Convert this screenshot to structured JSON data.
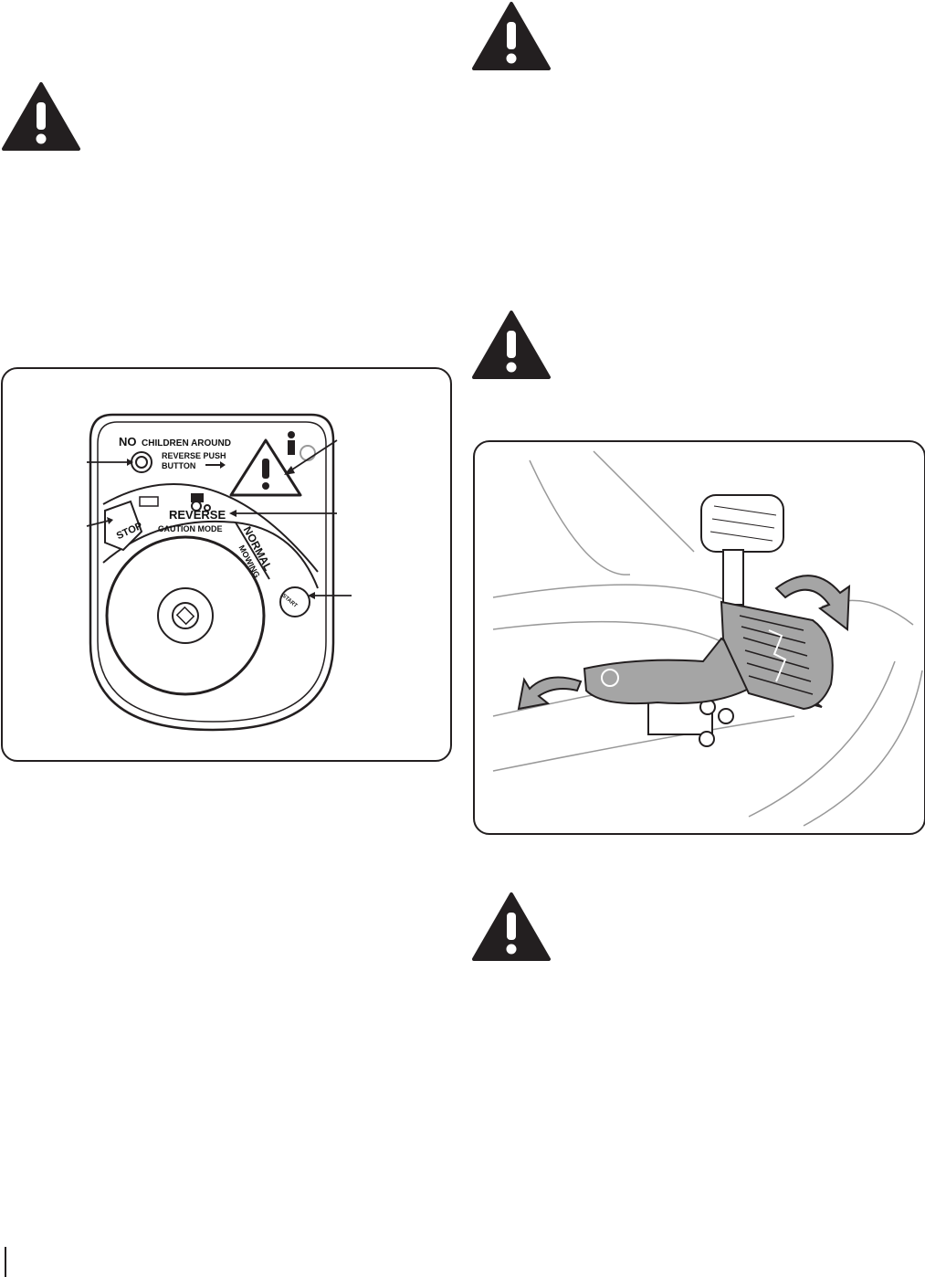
{
  "warning_icons": [
    {
      "name": "warning-icon"
    },
    {
      "name": "warning-icon"
    },
    {
      "name": "warning-icon"
    },
    {
      "name": "warning-icon"
    }
  ],
  "ignition_panel": {
    "no_label": "NO",
    "children_label": "CHILDREN AROUND",
    "reverse_push_line1": "REVERSE PUSH",
    "reverse_push_line2": "BUTTON",
    "stop_label": "STOP",
    "reverse_label": "REVERSE",
    "caution_mode_label": "CAUTION MODE",
    "normal_label": "NORMAL",
    "mowing_label": "MOWING",
    "start_label": "START"
  },
  "colors": {
    "line": "#231f20",
    "icon_fill": "#231f20"
  }
}
